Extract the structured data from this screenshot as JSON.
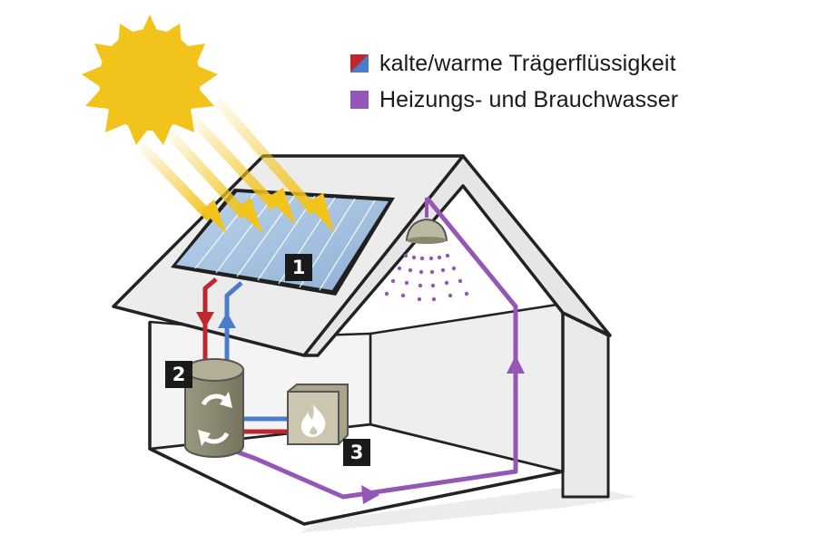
{
  "legend": {
    "items": [
      {
        "label": "kalte/warme Trägerflüssigkeit",
        "swatch": "cold-warm",
        "colors": [
          "#4a7cc9",
          "#c0262d"
        ]
      },
      {
        "label": "Heizungs- und Brauchwasser",
        "swatch": "purple",
        "colors": [
          "#9457b5"
        ]
      }
    ]
  },
  "markers": [
    {
      "number": "1",
      "refers_to": "solar-collector"
    },
    {
      "number": "2",
      "refers_to": "storage-tank"
    },
    {
      "number": "3",
      "refers_to": "heater"
    }
  ],
  "colors": {
    "sun": "#f2c31a",
    "sun_ray": "#f2c31a",
    "panel": "#a9c6e4",
    "cold_line": "#4a7cc9",
    "warm_line": "#c0262d",
    "water_line": "#9457b5",
    "tank": "#8c8a74",
    "heater_box": "#ccc6b0",
    "badge": "#1a1a1a"
  }
}
